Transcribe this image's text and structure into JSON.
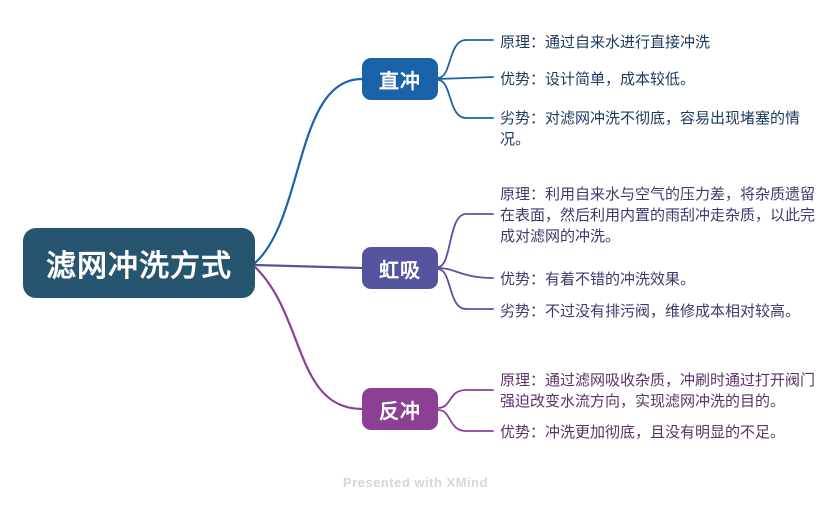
{
  "root": {
    "label": "滤网冲洗方式"
  },
  "branches": [
    {
      "label": "直冲",
      "color": "#1b63a8",
      "text_color": "#1c3a5e",
      "children": [
        "原理：通过自来水进行直接冲洗",
        "优势：设计简单，成本较低。",
        "劣势：对滤网冲洗不彻底，容易出现堵塞的情况。"
      ]
    },
    {
      "label": "虹吸",
      "color": "#55549e",
      "text_color": "#3c3b6e",
      "children": [
        "原理：利用自来水与空气的压力差，将杂质遗留在表面，然后利用内置的雨刮冲走杂质，以此完成对滤网的冲洗。",
        "优势：有着不错的冲洗效果。",
        "劣势：不过没有排污阀，维修成本相对较高。"
      ]
    },
    {
      "label": "反冲",
      "color": "#8b4096",
      "text_color": "#5e3168",
      "children": [
        "原理：通过滤网吸收杂质，冲刷时通过打开阀门强迫改变水流方向，实现滤网冲洗的目的。",
        "优势：冲洗更加彻底，且没有明显的不足。"
      ]
    }
  ],
  "footer": {
    "label": "Presented with XMind"
  },
  "colors": {
    "canvas_bg": "#ffffff",
    "root_bg": "#27546f",
    "root_text": "#ffffff",
    "branch1": "#1b63a8",
    "branch2": "#55549e",
    "branch3": "#8b4096",
    "footer_text": "#d6d6d6"
  }
}
